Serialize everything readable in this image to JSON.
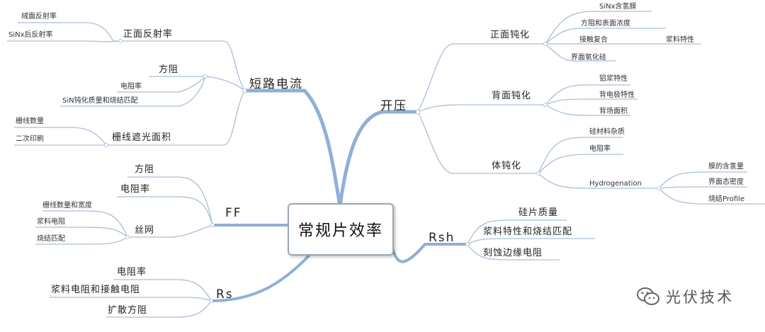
{
  "center": "常规片效率",
  "watermark": "光伏技术",
  "branches": {
    "short_circuit": {
      "label": "短路电流",
      "front_reflect": {
        "label": "正面反射率",
        "items": [
          "绒面反射率",
          "SiNx后反射率"
        ]
      },
      "sheet_res": {
        "label": "方阻",
        "items": [
          "电阻率",
          "SiN钝化质量和烧结匹配"
        ]
      },
      "grid_shading": {
        "label": "栅线遮光面积",
        "items": [
          "栅线数量",
          "二次印刷"
        ]
      }
    },
    "open_voltage": {
      "label": "开压",
      "front_pass": {
        "label": "正面钝化",
        "items": [
          "SiNx含氢膜",
          "方阻和表面浓度",
          "接触复合",
          "界面氧化硅"
        ],
        "sub": "浆料特性"
      },
      "back_pass": {
        "label": "背面钝化",
        "items": [
          "铝浆特性",
          "背电极特性",
          "背场面积"
        ]
      },
      "bulk_pass": {
        "label": "体钝化",
        "items": [
          "硅材料杂质",
          "电阻率",
          "Hydrogenation"
        ],
        "hydrogen_items": [
          "膜的含氢量",
          "界面态密度",
          "烧结Profile"
        ]
      }
    },
    "ff": {
      "label": "FF",
      "items": [
        "方阻",
        "电阻率"
      ],
      "screen": {
        "label": "丝网",
        "items": [
          "栅线数量和宽度",
          "浆料电阻",
          "烧结匹配"
        ]
      }
    },
    "rs": {
      "label": "Rs",
      "items": [
        "电阻率",
        "浆料电阻和接触电阻",
        "扩散方阻"
      ]
    },
    "rsh": {
      "label": "Rsh",
      "items": [
        "硅片质量",
        "浆料特性和烧结匹配",
        "刻蚀边缘电阻"
      ]
    }
  }
}
